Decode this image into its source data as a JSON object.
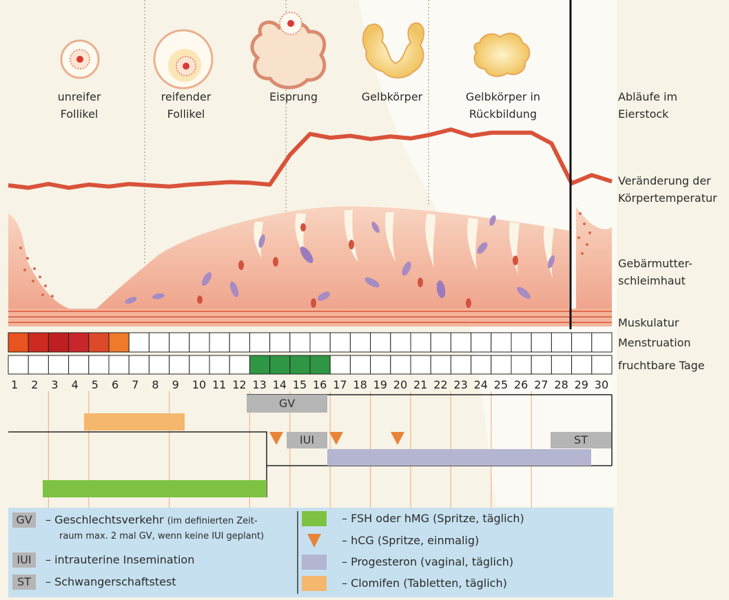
{
  "ovary_stages": [
    {
      "line1": "unreifer",
      "line2": "Follikel"
    },
    {
      "line1": "reifender",
      "line2": "Follikel"
    },
    {
      "line1": "Eisprung",
      "line2": ""
    },
    {
      "line1": "Gelbkörper",
      "line2": ""
    },
    {
      "line1": "Gelbkörper in",
      "line2": "Rückbildung"
    }
  ],
  "row_labels": {
    "ovary": [
      "Abläufe im",
      "Eierstock"
    ],
    "temperature": [
      "Veränderung der",
      "Körpertemperatur"
    ],
    "endometrium": [
      "Gebärmutter-",
      "schleimhaut"
    ],
    "muscle": "Muskulatur",
    "menstruation": "Menstruation",
    "fertile": "fruchtbare Tage"
  },
  "days": [
    "1",
    "2",
    "3",
    "4",
    "5",
    "6",
    "7",
    "8",
    "9",
    "10",
    "11",
    "12",
    "13",
    "14",
    "15",
    "16",
    "17",
    "18",
    "19",
    "20",
    "21",
    "22",
    "23",
    "24",
    "25",
    "26",
    "27",
    "28",
    "29",
    "30"
  ],
  "menstruation_days": [
    1,
    2,
    3,
    4,
    5,
    6
  ],
  "fertile_days": [
    13,
    14,
    15,
    16
  ],
  "temperature_curve": [
    {
      "day": 1,
      "level": 0.12
    },
    {
      "day": 2,
      "level": 0.08
    },
    {
      "day": 3,
      "level": 0.14
    },
    {
      "day": 4,
      "level": 0.08
    },
    {
      "day": 5,
      "level": 0.13
    },
    {
      "day": 6,
      "level": 0.1
    },
    {
      "day": 7,
      "level": 0.14
    },
    {
      "day": 8,
      "level": 0.12
    },
    {
      "day": 9,
      "level": 0.1
    },
    {
      "day": 10,
      "level": 0.13
    },
    {
      "day": 11,
      "level": 0.15
    },
    {
      "day": 12,
      "level": 0.17
    },
    {
      "day": 13,
      "level": 0.16
    },
    {
      "day": 14,
      "level": 0.13
    },
    {
      "day": 15,
      "level": 0.6
    },
    {
      "day": 16,
      "level": 0.93
    },
    {
      "day": 17,
      "level": 0.87
    },
    {
      "day": 18,
      "level": 0.9
    },
    {
      "day": 19,
      "level": 0.85
    },
    {
      "day": 20,
      "level": 0.89
    },
    {
      "day": 21,
      "level": 0.86
    },
    {
      "day": 22,
      "level": 0.92
    },
    {
      "day": 23,
      "level": 1.0
    },
    {
      "day": 24,
      "level": 0.9
    },
    {
      "day": 25,
      "level": 0.95
    },
    {
      "day": 26,
      "level": 0.95
    },
    {
      "day": 27,
      "level": 0.95
    },
    {
      "day": 28,
      "level": 0.78
    },
    {
      "day": 29,
      "level": 0.15
    },
    {
      "day": 30,
      "level": 0.28
    },
    {
      "day": 31,
      "level": 0.18
    }
  ],
  "schedule": {
    "gv_label": "GV",
    "iui_label": "IUI",
    "st_label": "ST"
  },
  "legend": {
    "gv": {
      "abbr": "GV",
      "text": "– Geschlechtsverkehr",
      "note1": "(im definierten Zeit-",
      "note2": "raum max. 2 mal GV, wenn keine IUI geplant)"
    },
    "iui": {
      "abbr": "IUI",
      "text": "– intrauterine Insemination"
    },
    "st": {
      "abbr": "ST",
      "text": "– Schwangerschaftstest"
    },
    "fsh": "– FSH oder hMG (Spritze, täglich)",
    "hcg": "– hCG (Spritze, einmalig)",
    "progesteron": "– Progesteron (vaginal, täglich)",
    "clomifen": "– Clomifen (Tabletten, täglich)"
  },
  "colors": {
    "background": "#f7f3e6",
    "temperature_line": "#d9523a",
    "fsh_green": "#7dc242",
    "hcg_orange": "#e8833a",
    "progesteron_lavender": "#b3b5d1",
    "clomifen_orange": "#f5b66d",
    "fertile_green": "#2e9644",
    "menstruation_red": "#c0272d",
    "legend_blue": "#c6e0ef",
    "box_gray": "#b5b5b5"
  }
}
